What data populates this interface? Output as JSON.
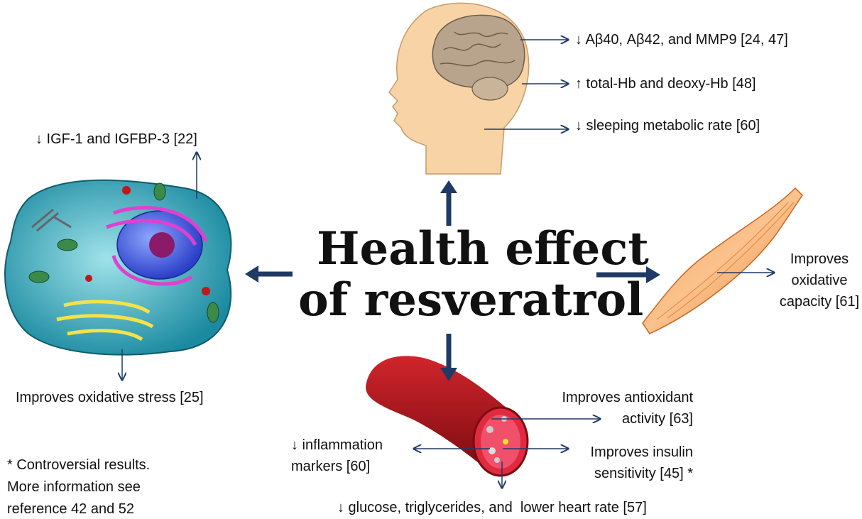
{
  "title": {
    "line1": "Health effect",
    "line2": "of resveratrol"
  },
  "brain": {
    "effects": [
      "↓ Aβ40, Aβ42, and MMP9 [24, 47]",
      "↑ total-Hb and deoxy-Hb [48]",
      "↓ sleeping metabolic rate [60]"
    ]
  },
  "cell": {
    "top_effect": "↓ IGF-1 and IGFBP-3 [22]",
    "bottom_effect": "Improves oxidative stress [25]"
  },
  "muscle": {
    "effect_lines": [
      "Improves",
      "oxidative",
      "capacity [61]"
    ]
  },
  "vessel": {
    "antioxidant_lines": [
      "Improves antioxidant",
      "activity [63]"
    ],
    "inflammation_lines": [
      "↓ inflammation",
      "markers [60]"
    ],
    "insulin_lines": [
      "Improves insulin",
      "sensitivity [45] *"
    ],
    "bottom_effect": "↓ glucose, triglycerides, and  lower heart rate [57]"
  },
  "footnote": {
    "lines": [
      "* Controversial results.",
      "More information see",
      "reference 42 and 52"
    ]
  },
  "colors": {
    "arrow": "#1f3a64",
    "skin": "#f7d3a6",
    "brain": "#b8a48c",
    "cell": "#2aa6b8",
    "muscle": "#f08a3a",
    "vessel": "#b0141a"
  }
}
